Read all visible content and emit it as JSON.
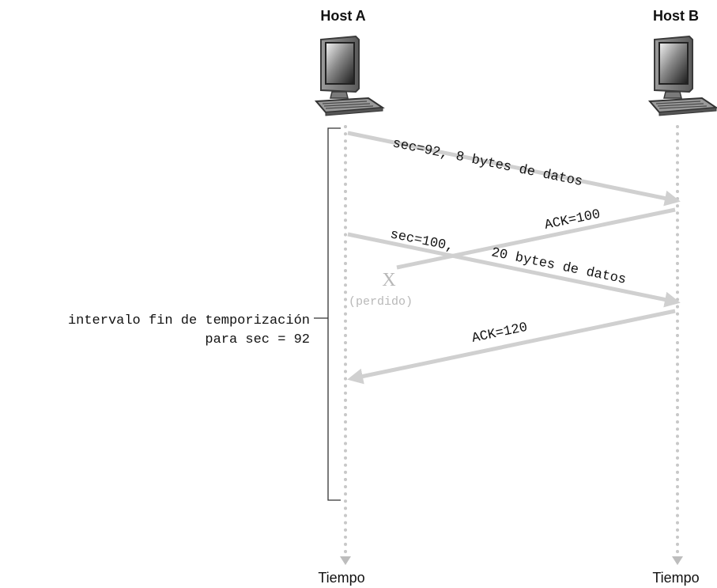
{
  "hosts": {
    "a": {
      "title": "Host A",
      "time_label": "Tiempo"
    },
    "b": {
      "title": "Host B",
      "time_label": "Tiempo"
    }
  },
  "messages": {
    "seq92": "sec=92, 8 bytes de datos",
    "ack100": "ACK=100",
    "seq100_part1": "sec=100,",
    "seq100_part2": "20 bytes de datos",
    "ack120": "ACK=120"
  },
  "lost": {
    "mark": "X",
    "label": "(perdido)"
  },
  "timeout": {
    "line1": "intervalo fin de temporización",
    "line2": "para sec = 92"
  },
  "colors": {
    "message_line": "#d0d0d0",
    "timeline": "#c8c8c8",
    "lost_text": "#b8b8b8"
  }
}
